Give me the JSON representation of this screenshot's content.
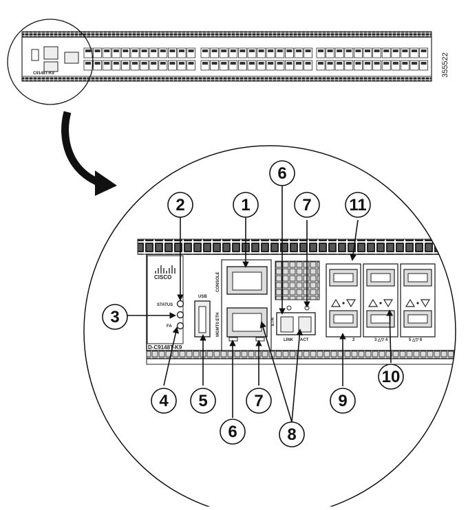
{
  "figure_id": "355522",
  "device": {
    "model_label": "C9148T-K9",
    "model_label_partial": "D-C9148T-K9",
    "brand_text": "CISCO"
  },
  "port_labels": {
    "usb": "USB",
    "console": "CONSOLE",
    "mgmt_eth": "MGMT0 ETH",
    "eth": "ETH",
    "link": "LINK",
    "act": "ACT",
    "status": "STATUS",
    "fan_partial": "FA",
    "port_2": "2",
    "port_3_4": "3 △▽ 4",
    "port_5_6": "5 △▽ 6"
  },
  "callouts": [
    "1",
    "2",
    "3",
    "4",
    "5",
    "6",
    "7",
    "6",
    "7",
    "8",
    "9",
    "10",
    "11"
  ]
}
